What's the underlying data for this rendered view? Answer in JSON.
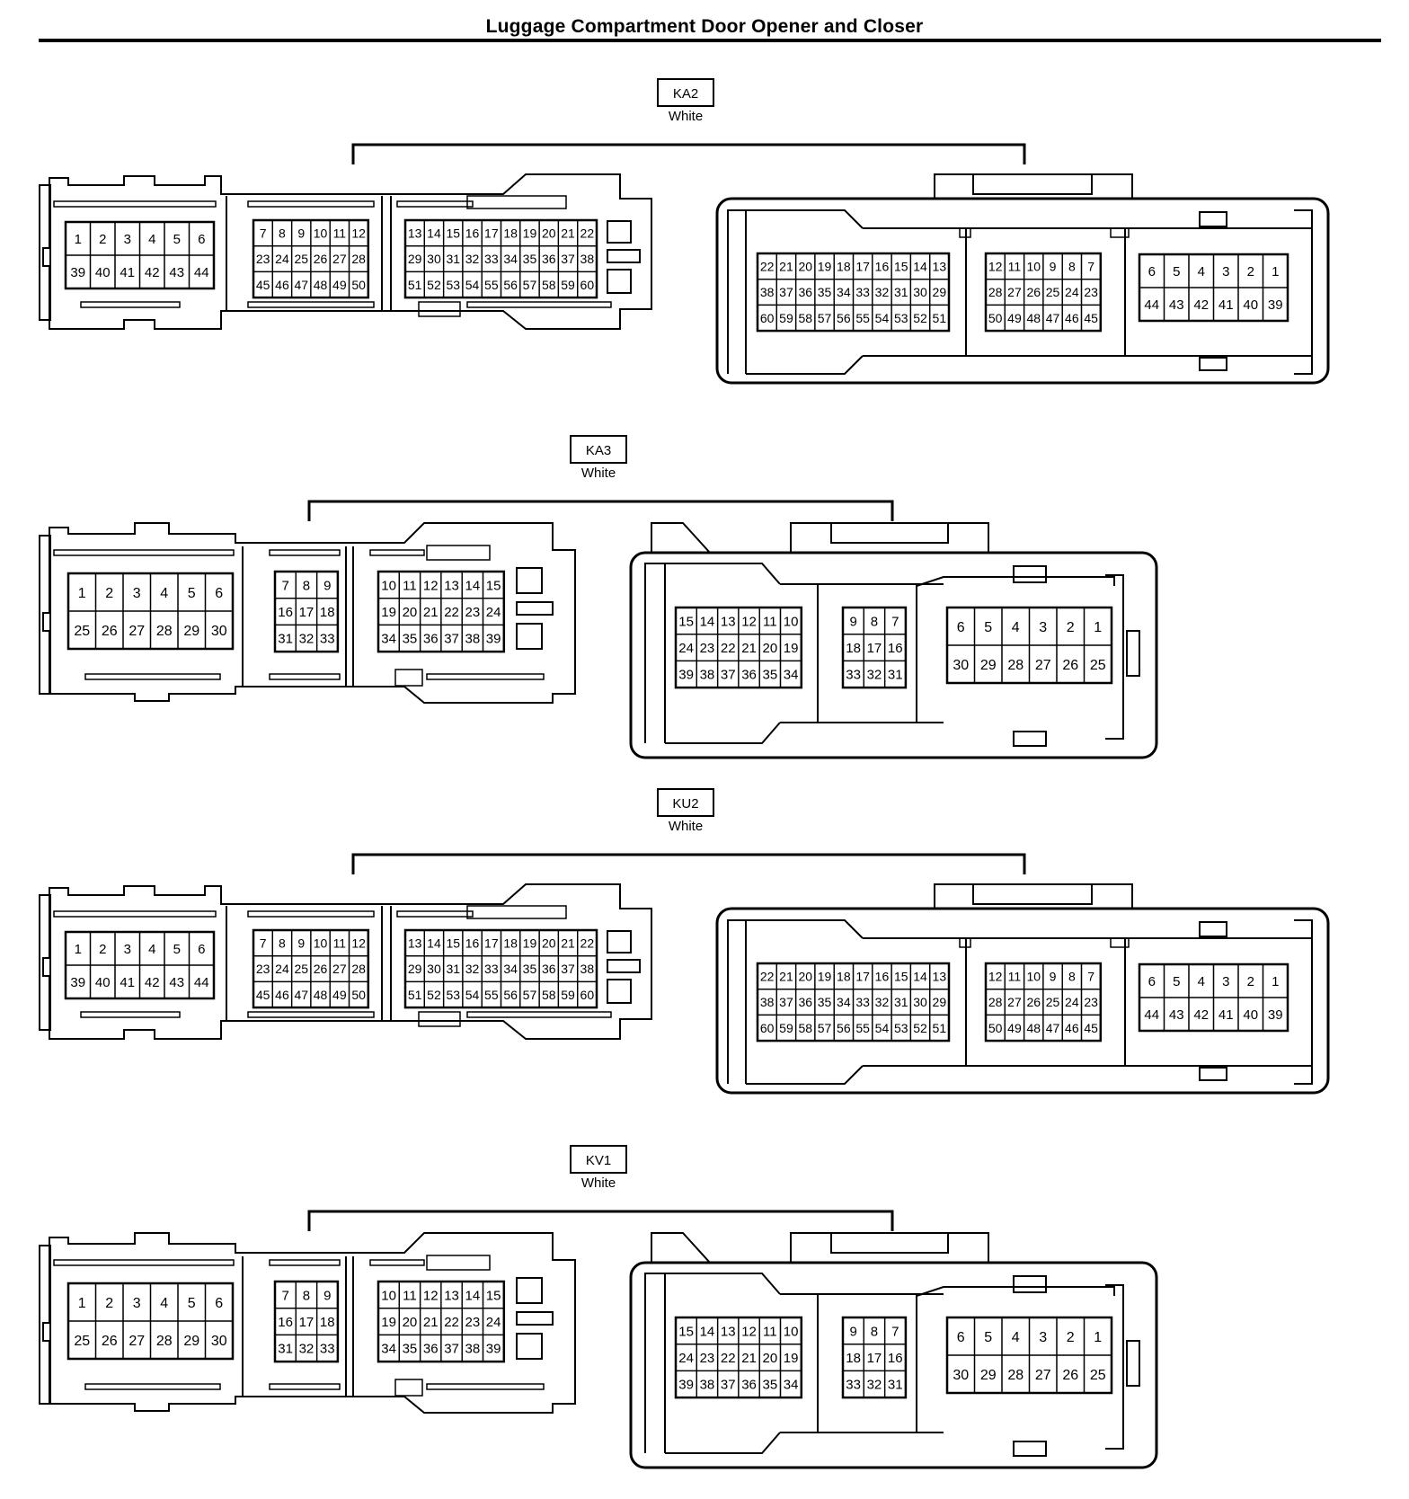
{
  "title": "Luggage Compartment Door Opener and Closer",
  "connectors": [
    {
      "id": "KA2",
      "color": "White",
      "type": "60-pin",
      "male": [
        [
          [
            "1",
            "2",
            "3",
            "4",
            "5",
            "6"
          ],
          [
            "39",
            "40",
            "41",
            "42",
            "43",
            "44"
          ]
        ],
        [
          [
            "7",
            "8",
            "9",
            "10",
            "11",
            "12"
          ],
          [
            "23",
            "24",
            "25",
            "26",
            "27",
            "28"
          ],
          [
            "45",
            "46",
            "47",
            "48",
            "49",
            "50"
          ]
        ],
        [
          [
            "13",
            "14",
            "15",
            "16",
            "17",
            "18",
            "19",
            "20",
            "21",
            "22"
          ],
          [
            "29",
            "30",
            "31",
            "32",
            "33",
            "34",
            "35",
            "36",
            "37",
            "38"
          ],
          [
            "51",
            "52",
            "53",
            "54",
            "55",
            "56",
            "57",
            "58",
            "59",
            "60"
          ]
        ]
      ],
      "female": [
        [
          [
            "22",
            "21",
            "20",
            "19",
            "18",
            "17",
            "16",
            "15",
            "14",
            "13"
          ],
          [
            "38",
            "37",
            "36",
            "35",
            "34",
            "33",
            "32",
            "31",
            "30",
            "29"
          ],
          [
            "60",
            "59",
            "58",
            "57",
            "56",
            "55",
            "54",
            "53",
            "52",
            "51"
          ]
        ],
        [
          [
            "12",
            "11",
            "10",
            "9",
            "8",
            "7"
          ],
          [
            "28",
            "27",
            "26",
            "25",
            "24",
            "23"
          ],
          [
            "50",
            "49",
            "48",
            "47",
            "46",
            "45"
          ]
        ],
        [
          [
            "6",
            "5",
            "4",
            "3",
            "2",
            "1"
          ],
          [
            "44",
            "43",
            "42",
            "41",
            "40",
            "39"
          ]
        ]
      ]
    },
    {
      "id": "KA3",
      "color": "White",
      "type": "39-pin",
      "male": [
        [
          [
            "1",
            "2",
            "3",
            "4",
            "5",
            "6"
          ],
          [
            "25",
            "26",
            "27",
            "28",
            "29",
            "30"
          ]
        ],
        [
          [
            "7",
            "8",
            "9"
          ],
          [
            "16",
            "17",
            "18"
          ],
          [
            "31",
            "32",
            "33"
          ]
        ],
        [
          [
            "10",
            "11",
            "12",
            "13",
            "14",
            "15"
          ],
          [
            "19",
            "20",
            "21",
            "22",
            "23",
            "24"
          ],
          [
            "34",
            "35",
            "36",
            "37",
            "38",
            "39"
          ]
        ]
      ],
      "female": [
        [
          [
            "15",
            "14",
            "13",
            "12",
            "11",
            "10"
          ],
          [
            "24",
            "23",
            "22",
            "21",
            "20",
            "19"
          ],
          [
            "39",
            "38",
            "37",
            "36",
            "35",
            "34"
          ]
        ],
        [
          [
            "9",
            "8",
            "7"
          ],
          [
            "18",
            "17",
            "16"
          ],
          [
            "33",
            "32",
            "31"
          ]
        ],
        [
          [
            "6",
            "5",
            "4",
            "3",
            "2",
            "1"
          ],
          [
            "30",
            "29",
            "28",
            "27",
            "26",
            "25"
          ]
        ]
      ]
    },
    {
      "id": "KU2",
      "color": "White",
      "type": "60-pin",
      "male": [
        [
          [
            "1",
            "2",
            "3",
            "4",
            "5",
            "6"
          ],
          [
            "39",
            "40",
            "41",
            "42",
            "43",
            "44"
          ]
        ],
        [
          [
            "7",
            "8",
            "9",
            "10",
            "11",
            "12"
          ],
          [
            "23",
            "24",
            "25",
            "26",
            "27",
            "28"
          ],
          [
            "45",
            "46",
            "47",
            "48",
            "49",
            "50"
          ]
        ],
        [
          [
            "13",
            "14",
            "15",
            "16",
            "17",
            "18",
            "19",
            "20",
            "21",
            "22"
          ],
          [
            "29",
            "30",
            "31",
            "32",
            "33",
            "34",
            "35",
            "36",
            "37",
            "38"
          ],
          [
            "51",
            "52",
            "53",
            "54",
            "55",
            "56",
            "57",
            "58",
            "59",
            "60"
          ]
        ]
      ],
      "female": [
        [
          [
            "22",
            "21",
            "20",
            "19",
            "18",
            "17",
            "16",
            "15",
            "14",
            "13"
          ],
          [
            "38",
            "37",
            "36",
            "35",
            "34",
            "33",
            "32",
            "31",
            "30",
            "29"
          ],
          [
            "60",
            "59",
            "58",
            "57",
            "56",
            "55",
            "54",
            "53",
            "52",
            "51"
          ]
        ],
        [
          [
            "12",
            "11",
            "10",
            "9",
            "8",
            "7"
          ],
          [
            "28",
            "27",
            "26",
            "25",
            "24",
            "23"
          ],
          [
            "50",
            "49",
            "48",
            "47",
            "46",
            "45"
          ]
        ],
        [
          [
            "6",
            "5",
            "4",
            "3",
            "2",
            "1"
          ],
          [
            "44",
            "43",
            "42",
            "41",
            "40",
            "39"
          ]
        ]
      ]
    },
    {
      "id": "KV1",
      "color": "White",
      "type": "39-pin",
      "male": [
        [
          [
            "1",
            "2",
            "3",
            "4",
            "5",
            "6"
          ],
          [
            "25",
            "26",
            "27",
            "28",
            "29",
            "30"
          ]
        ],
        [
          [
            "7",
            "8",
            "9"
          ],
          [
            "16",
            "17",
            "18"
          ],
          [
            "31",
            "32",
            "33"
          ]
        ],
        [
          [
            "10",
            "11",
            "12",
            "13",
            "14",
            "15"
          ],
          [
            "19",
            "20",
            "21",
            "22",
            "23",
            "24"
          ],
          [
            "34",
            "35",
            "36",
            "37",
            "38",
            "39"
          ]
        ]
      ],
      "female": [
        [
          [
            "15",
            "14",
            "13",
            "12",
            "11",
            "10"
          ],
          [
            "24",
            "23",
            "22",
            "21",
            "20",
            "19"
          ],
          [
            "39",
            "38",
            "37",
            "36",
            "35",
            "34"
          ]
        ],
        [
          [
            "9",
            "8",
            "7"
          ],
          [
            "18",
            "17",
            "16"
          ],
          [
            "33",
            "32",
            "31"
          ]
        ],
        [
          [
            "6",
            "5",
            "4",
            "3",
            "2",
            "1"
          ],
          [
            "30",
            "29",
            "28",
            "27",
            "26",
            "25"
          ]
        ]
      ]
    }
  ]
}
